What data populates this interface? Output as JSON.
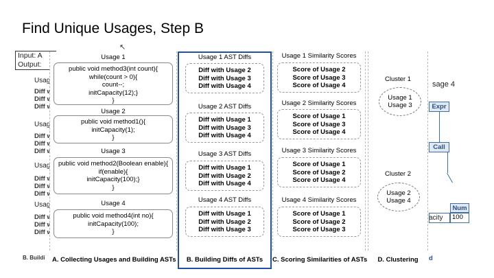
{
  "slide": {
    "title": "Find Unique Usages, Step B"
  },
  "background_slide": {
    "input_label": "Input: A",
    "output_label": "Output:",
    "left_fragments": [
      "Usag",
      "Diff w",
      "Diff w",
      "Diff w",
      "Usag",
      "Diff w",
      "Diff w",
      "Diff w",
      "Usag",
      "Diff w",
      "Diff w",
      "Diff w",
      "Usag",
      "Diff w",
      "Diff w",
      "Diff w"
    ],
    "bottom_left": "B. Buildi",
    "right_usage_text": "sage 4",
    "tree_nodes": [
      "Expr",
      "Call",
      "Num"
    ],
    "tree_value": "100",
    "right_capacity": "acity",
    "bottom_right": "d"
  },
  "columns": {
    "a": {
      "label": "A. Collecting Usages and Building ASTs",
      "usages": [
        {
          "title": "Usage 1",
          "code": [
            "public void method3(int count){",
            "while(count > 0){",
            "count--;",
            "initCapacity(12);}",
            "}"
          ]
        },
        {
          "title": "Usage 2",
          "code": [
            "public void method1(){",
            "initCapacity(1);",
            "}"
          ]
        },
        {
          "title": "Usage 3",
          "code": [
            "public void method2(Boolean enable){",
            "if(enable){",
            "initCapacity(100);}",
            "}"
          ]
        },
        {
          "title": "Usage 4",
          "code": [
            "public void method4(int no){",
            "initCapacity(100);",
            "}"
          ]
        }
      ]
    },
    "b": {
      "label": "B. Building Diffs of ASTs",
      "groups": [
        {
          "title": "Usage 1 AST Diffs",
          "items": [
            "Diff with Usage 2",
            "Diff with Usage 3",
            "Diff with Usage 4"
          ]
        },
        {
          "title": "Usage 2 AST Diffs",
          "items": [
            "Diff with Usage 1",
            "Diff with Usage 3",
            "Diff with Usage 4"
          ]
        },
        {
          "title": "Usage 3 AST Diffs",
          "items": [
            "Diff with Usage 1",
            "Diff with Usage 2",
            "Diff with Usage 4"
          ]
        },
        {
          "title": "Usage 4 AST Diffs",
          "items": [
            "Diff with Usage 1",
            "Diff with Usage 2",
            "Diff with Usage 3"
          ]
        }
      ]
    },
    "c": {
      "label": "C. Scoring Similarities of ASTs",
      "groups": [
        {
          "title": "Usage 1 Similarity Scores",
          "items": [
            "Score of Usage 2",
            "Score of Usage 3",
            "Score of Usage 4"
          ]
        },
        {
          "title": "Usage 2 Similarity Scores",
          "items": [
            "Score of Usage 1",
            "Score of Usage 3",
            "Score of Usage 4"
          ]
        },
        {
          "title": "Usage 3 Similarity Scores",
          "items": [
            "Score of Usage 1",
            "Score of Usage 2",
            "Score of Usage 4"
          ]
        },
        {
          "title": "Usage 4 Similarity Scores",
          "items": [
            "Score of Usage 1",
            "Score of Usage 2",
            "Score of Usage 3"
          ]
        }
      ]
    },
    "d": {
      "label": "D. Clustering",
      "clusters": [
        {
          "title": "Cluster 1",
          "items": [
            "Usage 1",
            "Usage 3"
          ]
        },
        {
          "title": "Cluster 2",
          "items": [
            "Usage 2",
            "Usage 4"
          ]
        }
      ]
    }
  }
}
